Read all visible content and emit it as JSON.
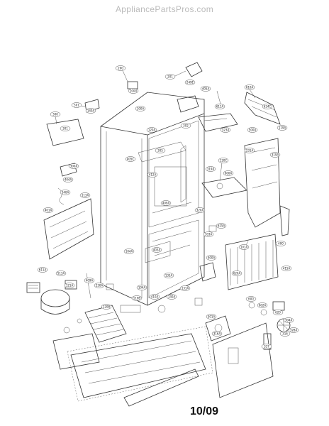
{
  "watermark": "AppliancePartsPros.com",
  "date_code": "10/09",
  "part_labels": [
    "200",
    "201",
    "100A",
    "249E",
    "405A",
    "610A",
    "501",
    "140A",
    "100A",
    "611A",
    "624C",
    "300",
    "301",
    "302",
    "323A",
    "500A",
    "119A",
    "120A",
    "305",
    "231A",
    "319A",
    "120C",
    "300A",
    "405C",
    "319A",
    "600A",
    "404A",
    "340A",
    "401A",
    "113A",
    "412A",
    "409A",
    "320A",
    "615A",
    "103A",
    "101A",
    "104A",
    "403A",
    "400",
    "400A",
    "415A",
    "620A",
    "611A",
    "513A",
    "121A",
    "409A",
    "230A",
    "104A",
    "135A",
    "410A",
    "130A",
    "131A",
    "120B",
    "119B",
    "600",
    "602A",
    "620",
    "304A",
    "328A",
    "501A",
    "316A",
    "316",
    "337"
  ]
}
